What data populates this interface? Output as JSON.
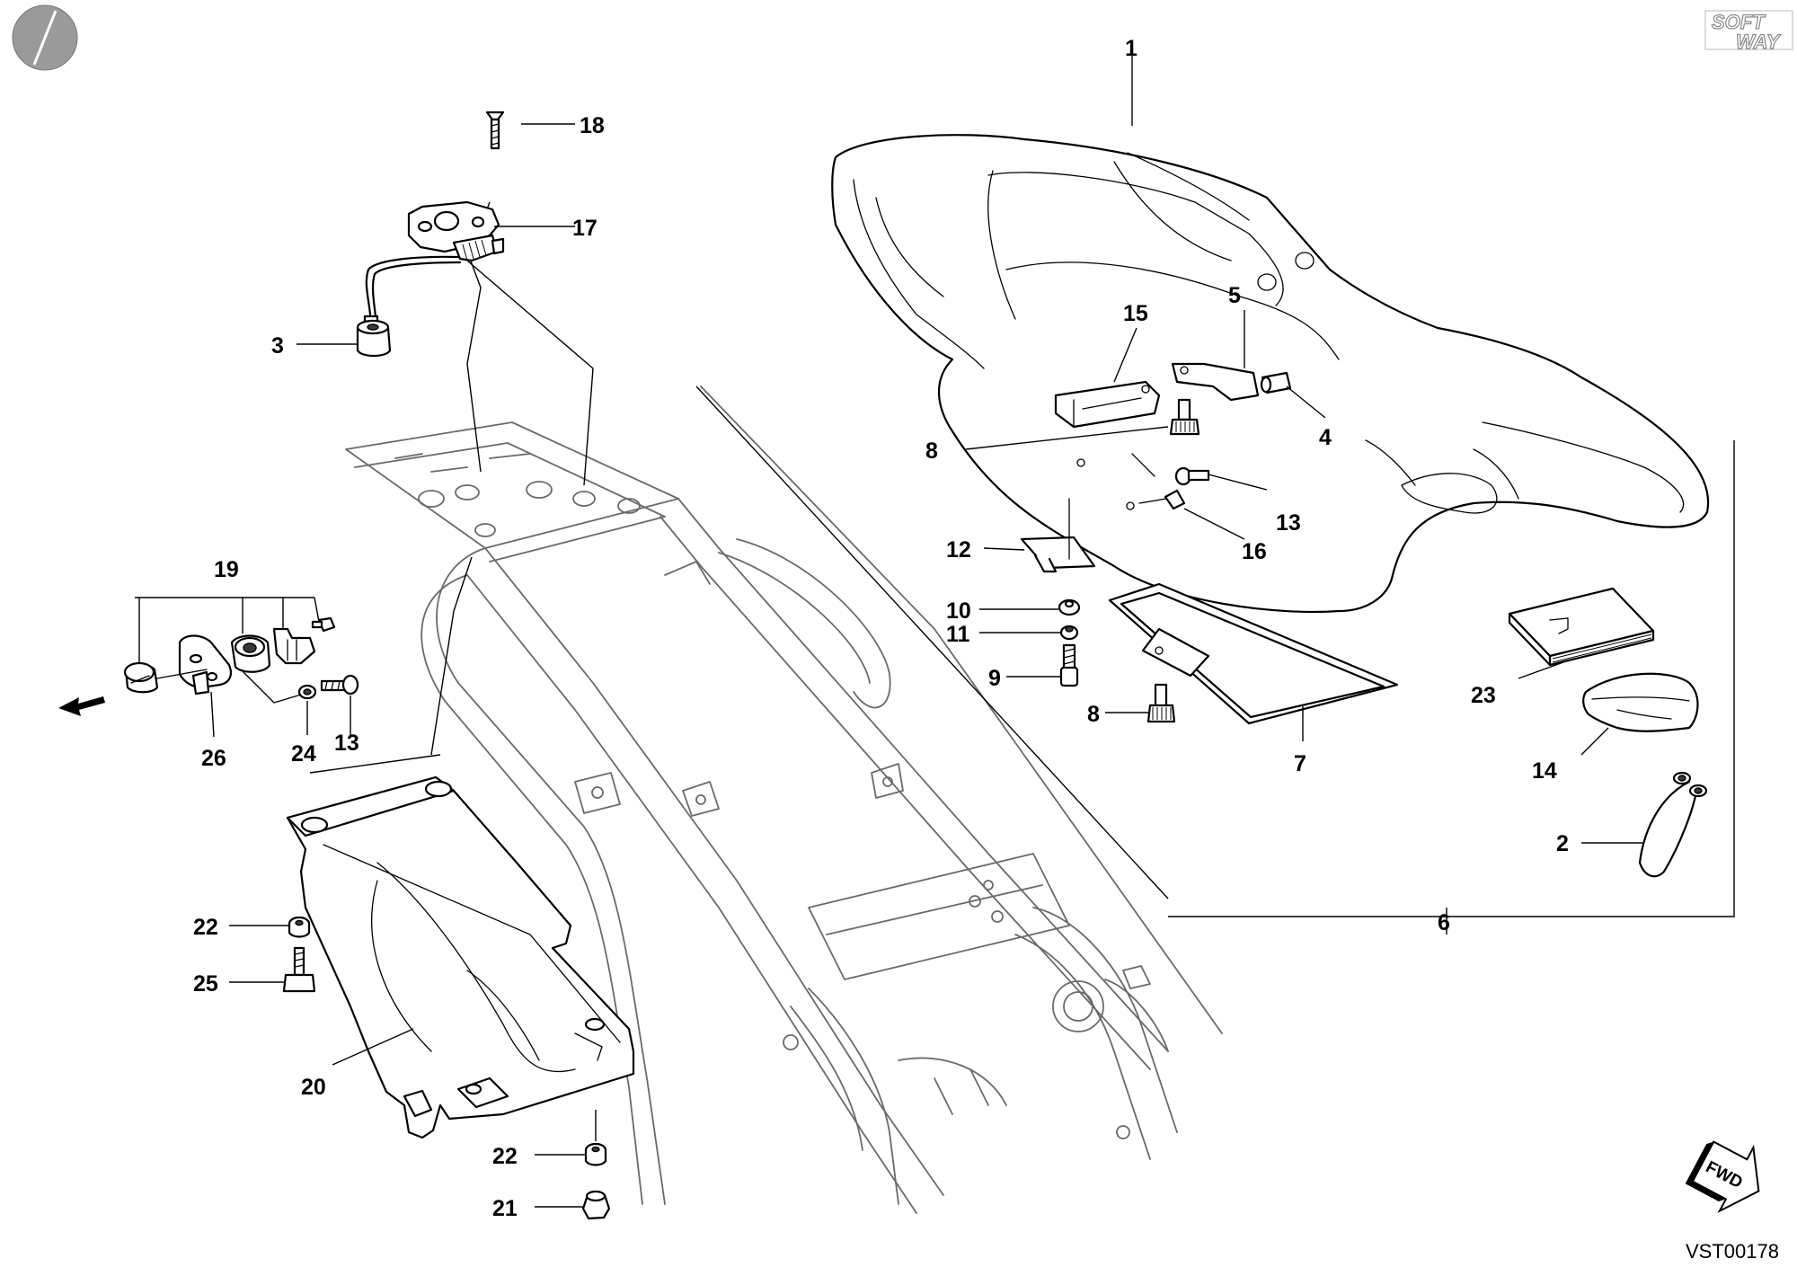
{
  "diagram": {
    "drawing_code": "VST00178",
    "brand_logo": {
      "line1": "SOFT",
      "line2": "WAY"
    },
    "fwd_label": "FWD",
    "direction_icon": "left-arrow-icon",
    "callouts": {
      "c1": "1",
      "c2": "2",
      "c3": "3",
      "c4": "4",
      "c5": "5",
      "c6": "6",
      "c7": "7",
      "c8a": "8",
      "c8b": "8",
      "c9": "9",
      "c10": "10",
      "c11": "11",
      "c12": "12",
      "c13a": "13",
      "c13b": "13",
      "c14": "14",
      "c15": "15",
      "c16": "16",
      "c17": "17",
      "c18": "18",
      "c19": "19",
      "c20": "20",
      "c21": "21",
      "c22a": "22",
      "c22b": "22",
      "c23": "23",
      "c24": "24",
      "c25": "25",
      "c26": "26"
    }
  }
}
